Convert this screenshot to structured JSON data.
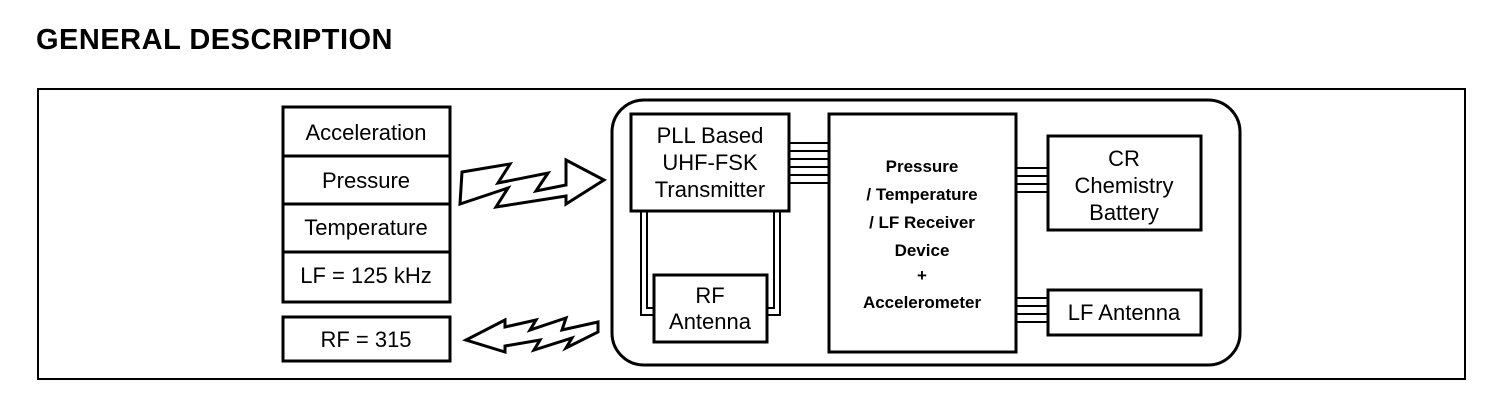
{
  "heading": "GENERAL DESCRIPTION",
  "sensor_stack": {
    "items": [
      "Acceleration",
      "Pressure",
      "Temperature",
      "LF = 125 kHz"
    ]
  },
  "rf_output": "RF = 315",
  "module": {
    "transmitter": [
      "PLL Based",
      "UHF-FSK",
      "Transmitter"
    ],
    "rf_antenna": [
      "RF",
      "Antenna"
    ],
    "device": [
      "Pressure",
      "/ Temperature",
      "/ LF Receiver",
      "Device",
      "+",
      "Accelerometer"
    ],
    "battery": [
      "CR",
      "Chemistry",
      "Battery"
    ],
    "lf_antenna": "LF Antenna"
  }
}
